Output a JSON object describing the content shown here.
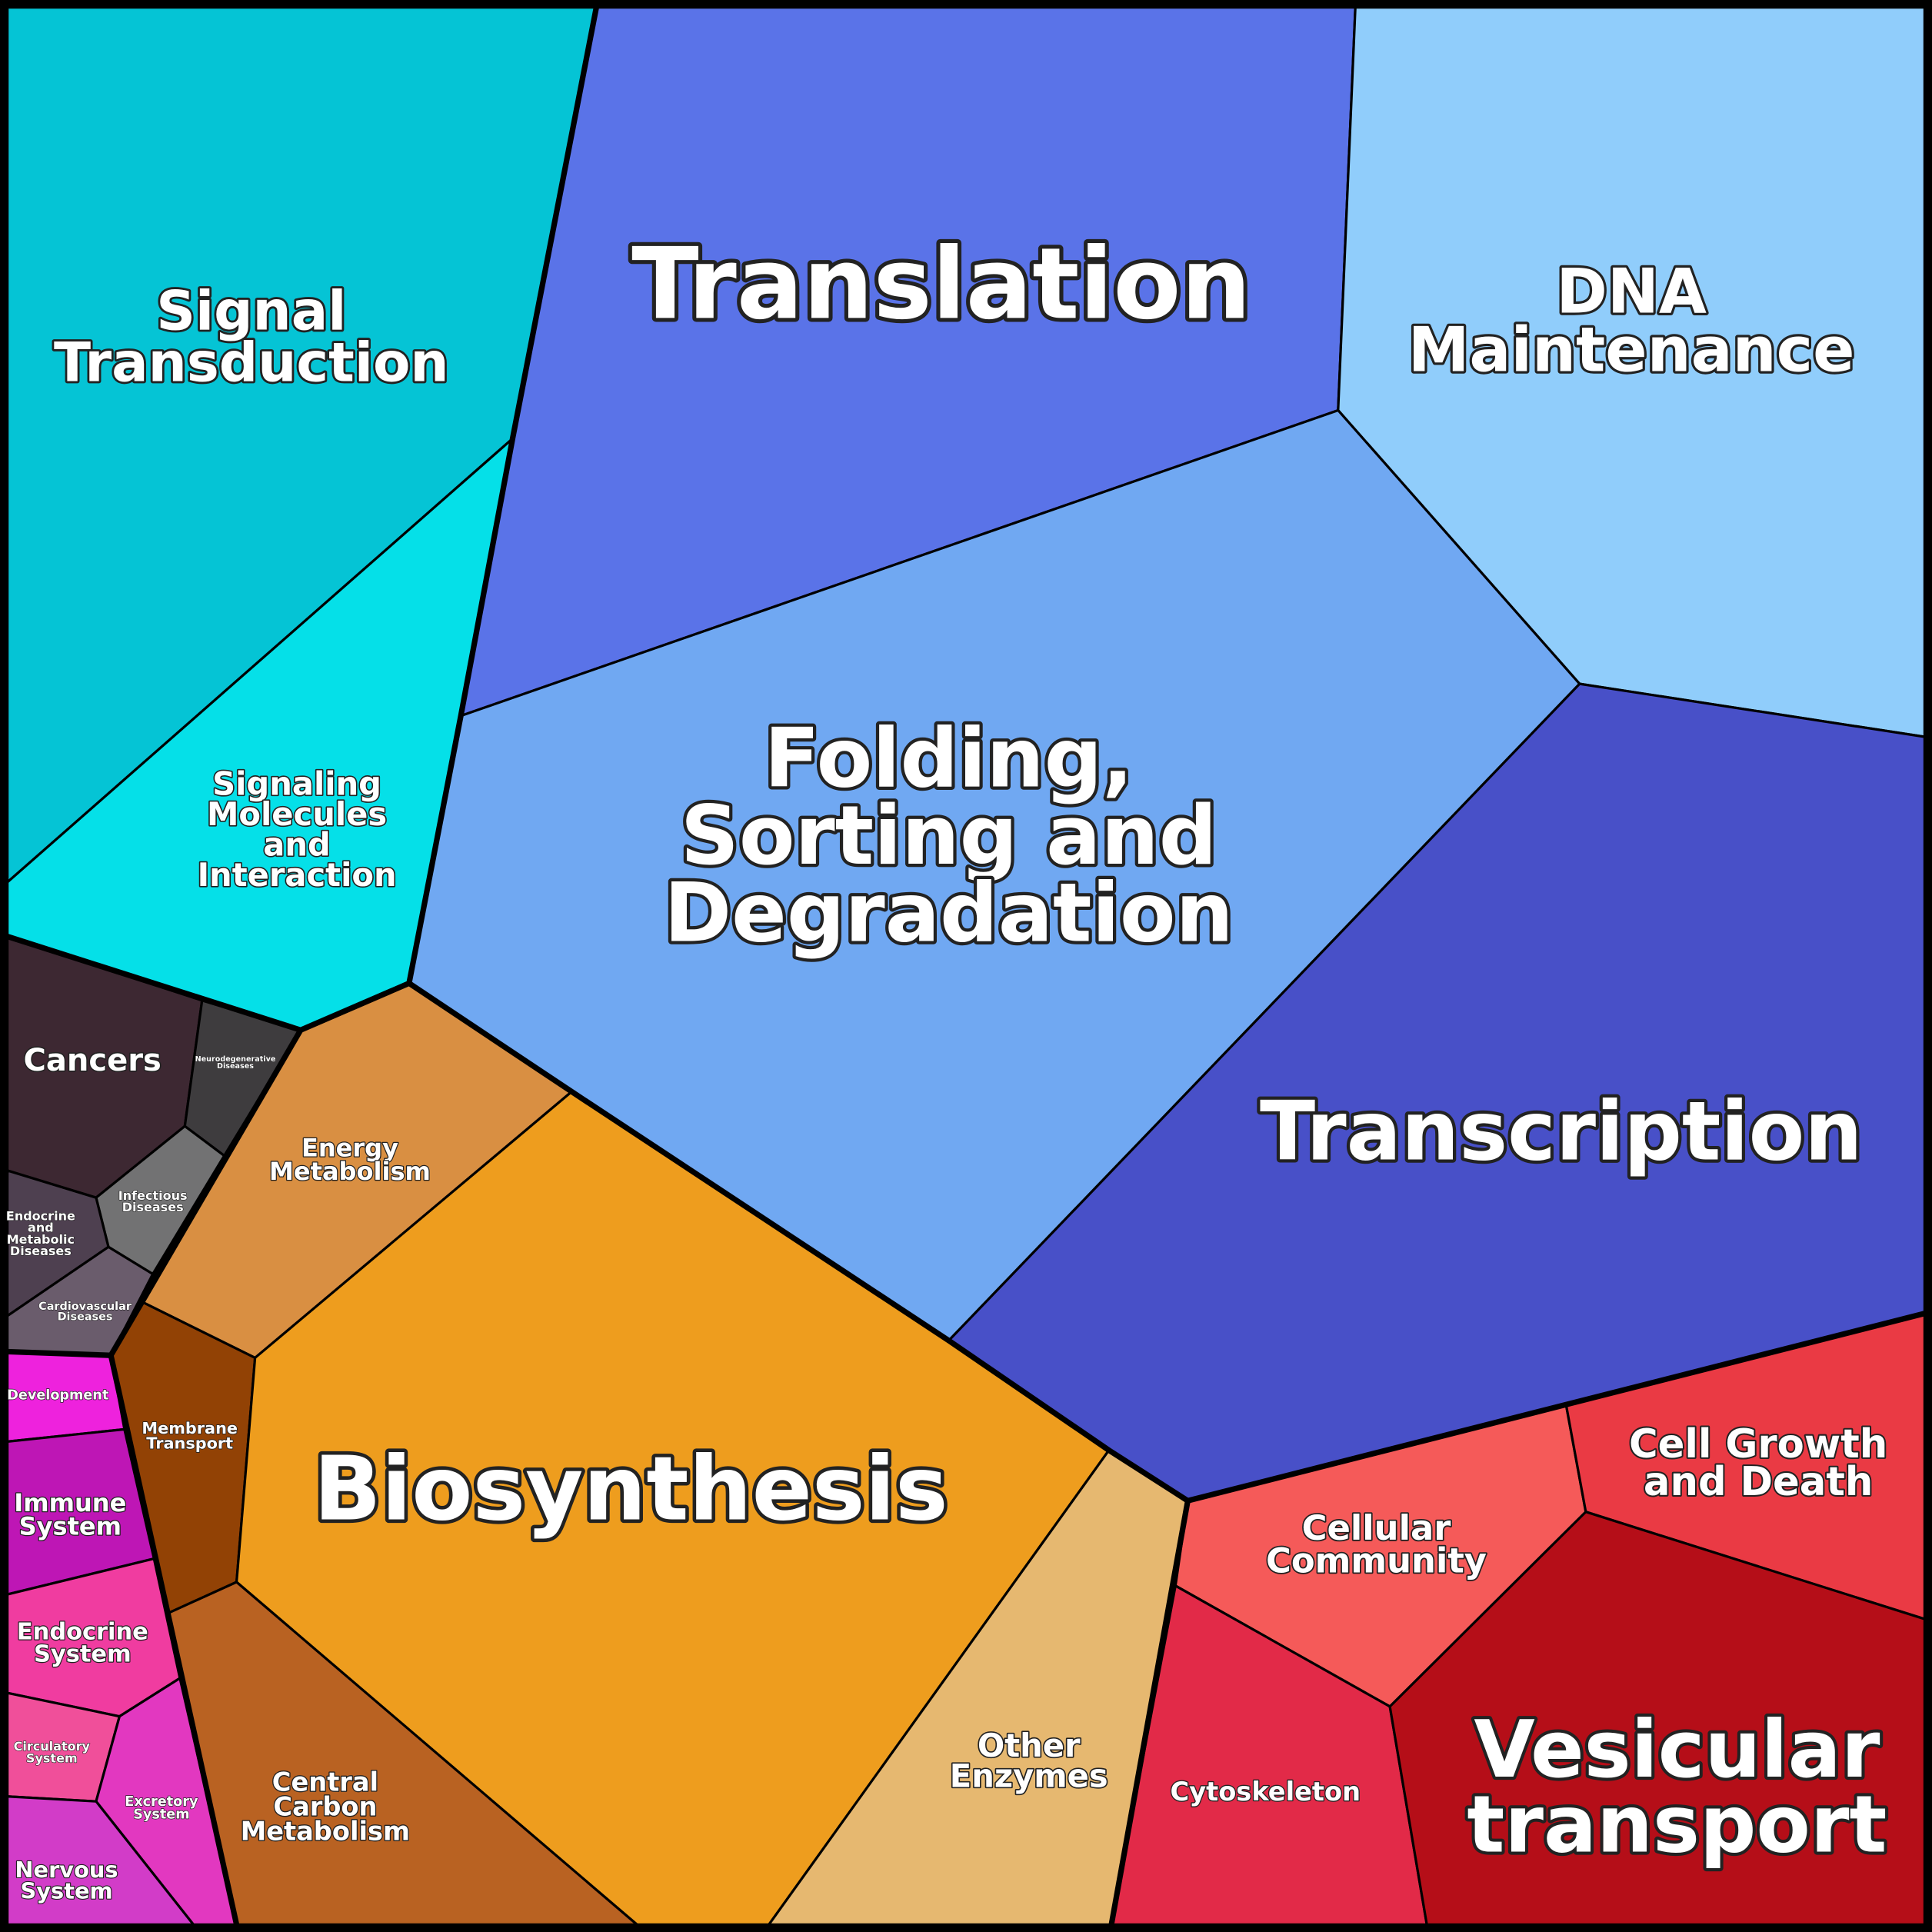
{
  "title": "Voronoi treemap of functional categories",
  "cells": [
    {
      "id": "signal-transduction",
      "label": [
        "Signal",
        "Transduction"
      ],
      "color": "#05c4d5"
    },
    {
      "id": "signaling-molecules",
      "label": [
        "Signaling",
        "Molecules",
        "and",
        "Interaction"
      ],
      "color": "#05e0e8"
    },
    {
      "id": "translation",
      "label": [
        "Translation"
      ],
      "color": "#5a73e8"
    },
    {
      "id": "dna-maintenance",
      "label": [
        "DNA",
        "Maintenance"
      ],
      "color": "#90cdfb"
    },
    {
      "id": "folding",
      "label": [
        "Folding,",
        "Sorting and",
        "Degradation"
      ],
      "color": "#70a8f2"
    },
    {
      "id": "transcription",
      "label": [
        "Transcription"
      ],
      "color": "#4850c8"
    },
    {
      "id": "cancers",
      "label": [
        "Cancers"
      ],
      "color": "#3d2832"
    },
    {
      "id": "neurodegenerative",
      "label": [
        "Neurodegenerative",
        "Diseases"
      ],
      "color": "#3e3c3e"
    },
    {
      "id": "infectious",
      "label": [
        "Infectious",
        "Diseases"
      ],
      "color": "#727273"
    },
    {
      "id": "endocrine-metabolic",
      "label": [
        "Endocrine",
        "and",
        "Metabolic",
        "Diseases"
      ],
      "color": "#4e4050"
    },
    {
      "id": "cardiovascular",
      "label": [
        "Cardiovascular",
        "Diseases"
      ],
      "color": "#6a5c6c"
    },
    {
      "id": "energy-metabolism",
      "label": [
        "Energy",
        "Metabolism"
      ],
      "color": "#d98f42"
    },
    {
      "id": "membrane-transport",
      "label": [
        "Membrane",
        "Transport"
      ],
      "color": "#924205"
    },
    {
      "id": "biosynthesis",
      "label": [
        "Biosynthesis"
      ],
      "color": "#ee9d1e"
    },
    {
      "id": "central-carbon",
      "label": [
        "Central",
        "Carbon",
        "Metabolism"
      ],
      "color": "#b96222"
    },
    {
      "id": "other-enzymes",
      "label": [
        "Other",
        "Enzymes"
      ],
      "color": "#e6b870"
    },
    {
      "id": "development",
      "label": [
        "Development"
      ],
      "color": "#ee22dd"
    },
    {
      "id": "immune-system",
      "label": [
        "Immune",
        "System"
      ],
      "color": "#be16b5"
    },
    {
      "id": "endocrine-system",
      "label": [
        "Endocrine",
        "System"
      ],
      "color": "#f03ca0"
    },
    {
      "id": "circulatory-system",
      "label": [
        "Circulatory",
        "System"
      ],
      "color": "#f04f9a"
    },
    {
      "id": "excretory-system",
      "label": [
        "Excretory",
        "System"
      ],
      "color": "#e238c0"
    },
    {
      "id": "nervous-system",
      "label": [
        "Nervous",
        "System"
      ],
      "color": "#d23cc8"
    },
    {
      "id": "cellular-community",
      "label": [
        "Cellular",
        "Community"
      ],
      "color": "#f55a59"
    },
    {
      "id": "cell-growth",
      "label": [
        "Cell Growth",
        "and Death"
      ],
      "color": "#ea3a44"
    },
    {
      "id": "cytoskeleton",
      "label": [
        "Cytoskeleton"
      ],
      "color": "#e22a48"
    },
    {
      "id": "vesicular-transport",
      "label": [
        "Vesicular",
        "transport"
      ],
      "color": "#b50e18"
    }
  ]
}
